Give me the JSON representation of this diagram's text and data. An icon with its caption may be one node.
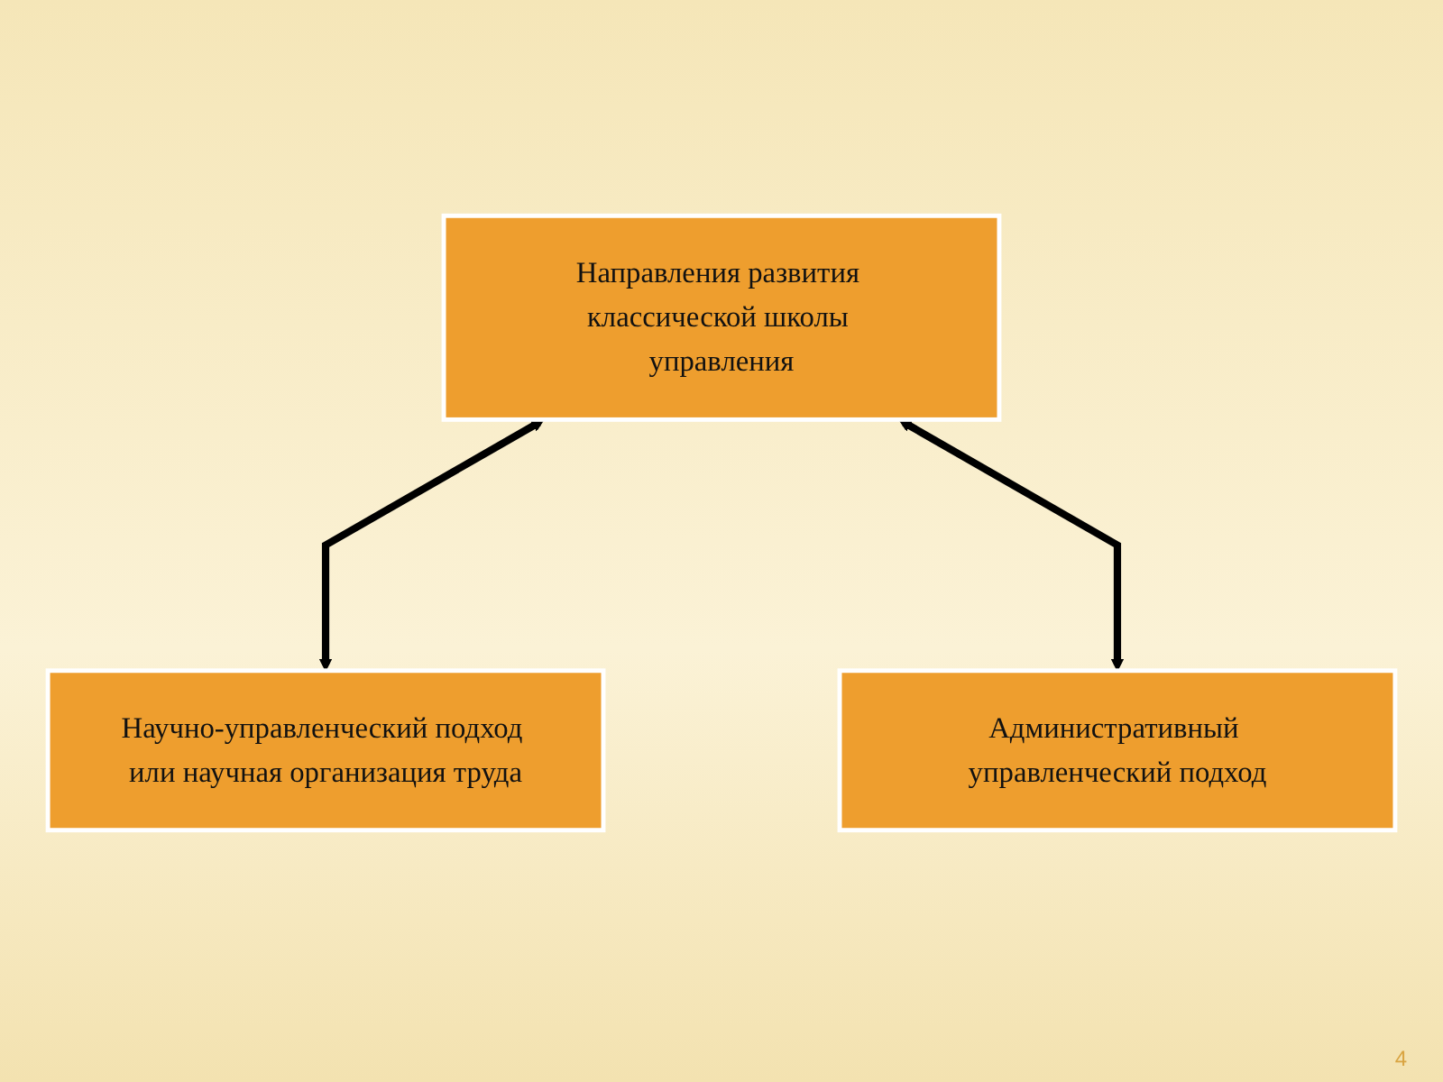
{
  "diagram": {
    "nodes": [
      {
        "text": [
          "Направления развития классической школы управления"
        ]
      },
      {
        "text": [
          "Научно-управленческий подход или научная организация труда"
        ]
      },
      {
        "text": [
          "Административный управленческий подход"
        ]
      }
    ],
    "edges": [
      {
        "from": 0,
        "to": 1,
        "arrow": "both"
      },
      {
        "from": 0,
        "to": 2,
        "arrow": "both"
      }
    ],
    "labels": [
      "4"
    ]
  }
}
